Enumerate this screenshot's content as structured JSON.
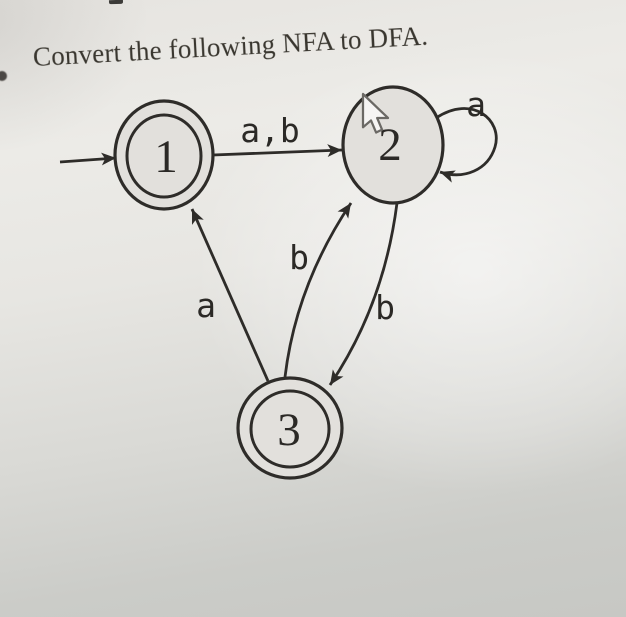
{
  "page": {
    "title": "Convert the following NFA to DFA."
  },
  "diagram": {
    "type": "nfa-state-diagram",
    "alphabet": [
      "a",
      "b"
    ],
    "states": [
      {
        "id": "1",
        "label": "1",
        "accepting": true,
        "start": true
      },
      {
        "id": "2",
        "label": "2",
        "accepting": false,
        "start": false
      },
      {
        "id": "3",
        "label": "3",
        "accepting": true,
        "start": false
      }
    ],
    "transitions": [
      {
        "from": "1",
        "to": "2",
        "label": "a,b"
      },
      {
        "from": "2",
        "to": "2",
        "label": "a"
      },
      {
        "from": "2",
        "to": "3",
        "label": "b"
      },
      {
        "from": "3",
        "to": "2",
        "label": "b"
      },
      {
        "from": "3",
        "to": "1",
        "label": "a"
      }
    ],
    "colors": {
      "ink": "#2e2c29",
      "state_fill": "#e2e0dc",
      "paper_light": "#f2f1ee",
      "paper_dark": "#c7c8c4",
      "title_ink": "#39362f"
    },
    "cursor": "arrow-pointer-over-state-2"
  }
}
